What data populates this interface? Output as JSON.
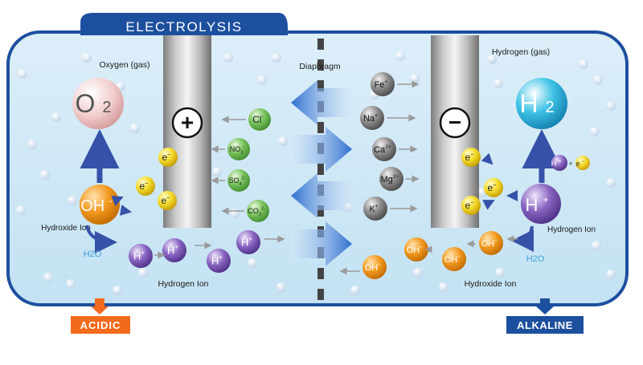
{
  "title": "ELECTROLYSIS",
  "left": {
    "gas_label": "Oxygen (gas)",
    "gas": {
      "main": "O",
      "sub": "2"
    },
    "electrode_symbol": "+",
    "hydroxide_label": "OH",
    "hydroxide_sup": "-",
    "hydroxide_caption": "Hydroxide Ion",
    "water": "H2O",
    "hydrogen_caption": "Hydrogen Ion",
    "output": "ACIDIC"
  },
  "right": {
    "gas_label": "Hydrogen (gas)",
    "gas": {
      "main": "H",
      "sub": "2"
    },
    "electrode_symbol": "−",
    "hydrogen_label": "H",
    "hydrogen_sup": "+",
    "hydrogen_caption": "Hydrogen Ion",
    "reaction": {
      "a": "H",
      "a_sup": "+",
      "plus": "+",
      "b": "e",
      "b_sup": "−"
    },
    "water": "H2O",
    "hydroxide_caption": "Hydroxide Ion",
    "output": "ALKALINE"
  },
  "diaphragm": "Diaphragm",
  "electron": {
    "base": "e",
    "sup": "−"
  },
  "proton": {
    "base": "H",
    "sup": "+"
  },
  "hydroxide_small": {
    "base": "OH",
    "sup": "−"
  },
  "anions": [
    {
      "base": "Cl",
      "sup": "-"
    },
    {
      "base": "NO",
      "sub": "3",
      "sup": "-"
    },
    {
      "base": "SO",
      "sub": "4",
      "sup": "2-"
    },
    {
      "base": "CO",
      "sub": "3",
      "sup": "2-"
    }
  ],
  "cations": [
    {
      "base": "Fe",
      "sup": "+"
    },
    {
      "base": "Na",
      "sup": "+"
    },
    {
      "base": "Ca",
      "sup": "2+"
    },
    {
      "base": "Mg",
      "sup": "2+"
    },
    {
      "base": "K",
      "sup": "+"
    }
  ],
  "colors": {
    "tank_border": "#1d4f9f",
    "title_bg": "#1d4f9f",
    "water_top": "#dfeef8",
    "water_bottom": "#c6e3f3",
    "oxygen_bubble": "#f1c6c6",
    "hydrogen_bubble": "#3fc3e6",
    "electron": "#f2d21c",
    "hydroxide": "#f29a1c",
    "proton": "#7d5ab5",
    "anion": "#6fbf5a",
    "cation": "#7a7a7a",
    "acidic": "#f26a1c",
    "alkaline": "#1d4f9f",
    "flow_arrow": "#3a6fc4",
    "water_text": "#3aa0d8"
  }
}
